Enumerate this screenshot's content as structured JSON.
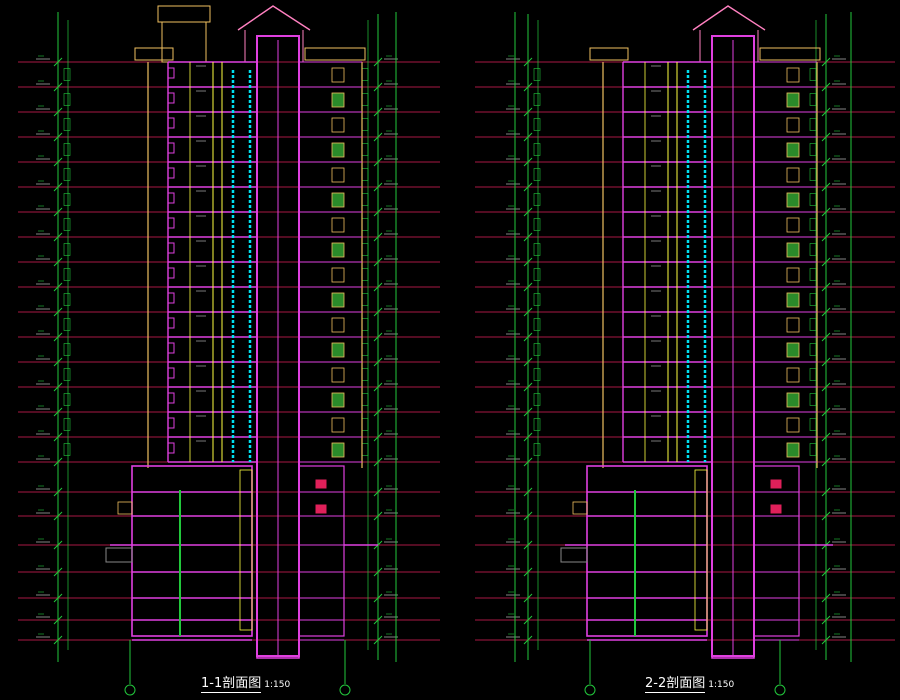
{
  "sections": [
    {
      "title": "1-1剖面图",
      "scale": "1:150"
    },
    {
      "title": "2-2剖面图",
      "scale": "1:150"
    }
  ],
  "colors": {
    "background": "#000000",
    "dimension": "#22c83c",
    "floor_line": "#e0205a",
    "wall": "#f0c060",
    "structure": "#e040e0",
    "window": "#00e0f0",
    "column": "#ffff40",
    "roof": "#ff80c0",
    "green_panel": "#2a8a2a"
  },
  "floors": 16
}
